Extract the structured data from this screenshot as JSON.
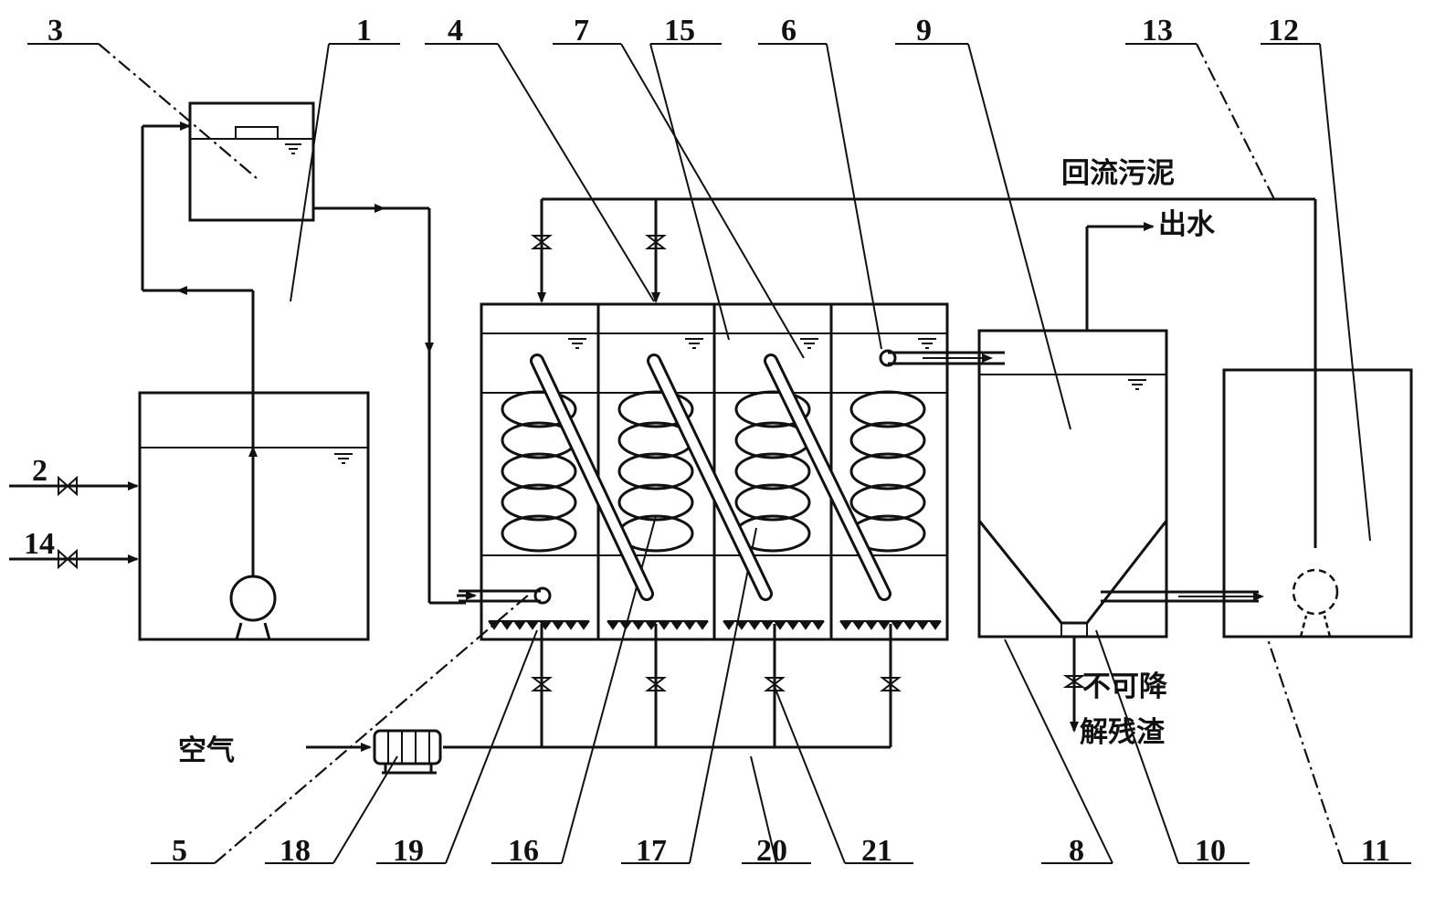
{
  "labels": {
    "l1": "1",
    "l2": "2",
    "l3": "3",
    "l4": "4",
    "l5": "5",
    "l6": "6",
    "l7": "7",
    "l8": "8",
    "l9": "9",
    "l10": "10",
    "l11": "11",
    "l12": "12",
    "l13": "13",
    "l14": "14",
    "l15": "15",
    "l16": "16",
    "l17": "17",
    "l18": "18",
    "l19": "19",
    "l20": "20",
    "l21": "21"
  },
  "text": {
    "return_sludge": "回流污泥",
    "effluent": "出水",
    "air": "空气",
    "residue_line1": "不可降",
    "residue_line2": "解残渣"
  }
}
